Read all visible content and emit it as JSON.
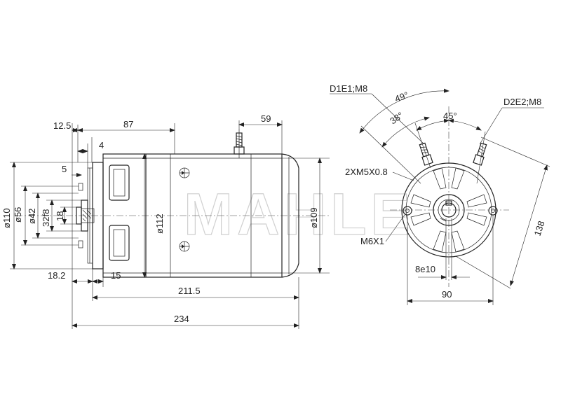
{
  "watermark": "MAHLE",
  "side_view": {
    "dims": {
      "d12_5": "12.5",
      "d87": "87",
      "d59": "59",
      "d4": "4",
      "d5": "5",
      "d110": "ø110",
      "d56": "ø56",
      "d42": "ø42",
      "d32f8": "32f8",
      "d18": "18",
      "d112": "ø112",
      "d109": "ø109",
      "d18_2": "18.2",
      "d15": "15",
      "d211_5": "211.5",
      "d234": "234"
    }
  },
  "end_view": {
    "labels": {
      "d1e1": "D1E1;M8",
      "d2e2": "D2E2;M8",
      "a49": "49°",
      "a38": "38°",
      "a45": "45°",
      "thread": "2XM5X0.8",
      "m6": "M6X1",
      "key": "8e10",
      "w90": "90",
      "h138": "138"
    }
  }
}
